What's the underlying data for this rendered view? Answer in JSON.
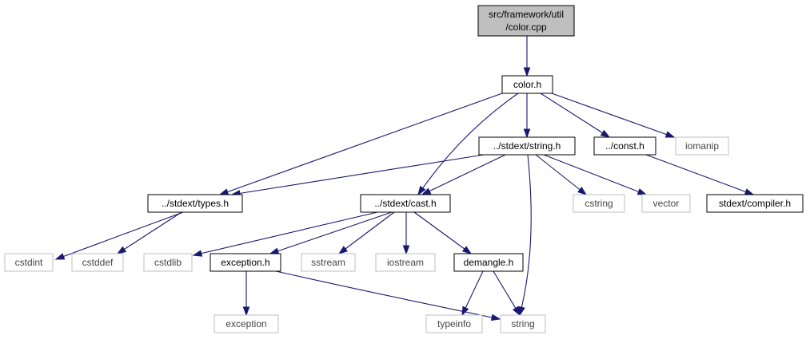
{
  "colors": {
    "edge": "#191970",
    "main_fill": "#bfbfbf",
    "local_border": "#000000",
    "system_border": "#bfbfbf"
  },
  "nodes": [
    {
      "id": "color_cpp",
      "lines": [
        "src/framework/util",
        "/color.cpp"
      ],
      "kind": "main"
    },
    {
      "id": "color_h",
      "lines": [
        "color.h"
      ],
      "kind": "local"
    },
    {
      "id": "string_h",
      "lines": [
        "../stdext/string.h"
      ],
      "kind": "local"
    },
    {
      "id": "const_h",
      "lines": [
        "../const.h"
      ],
      "kind": "local"
    },
    {
      "id": "iomanip",
      "lines": [
        "iomanip"
      ],
      "kind": "system"
    },
    {
      "id": "types_h",
      "lines": [
        "../stdext/types.h"
      ],
      "kind": "local"
    },
    {
      "id": "cast_h",
      "lines": [
        "../stdext/cast.h"
      ],
      "kind": "local"
    },
    {
      "id": "cstring",
      "lines": [
        "cstring"
      ],
      "kind": "system"
    },
    {
      "id": "vector",
      "lines": [
        "vector"
      ],
      "kind": "system"
    },
    {
      "id": "compiler_h",
      "lines": [
        "stdext/compiler.h"
      ],
      "kind": "local"
    },
    {
      "id": "cstdint",
      "lines": [
        "cstdint"
      ],
      "kind": "system"
    },
    {
      "id": "cstddef",
      "lines": [
        "cstddef"
      ],
      "kind": "system"
    },
    {
      "id": "cstdlib",
      "lines": [
        "cstdlib"
      ],
      "kind": "system"
    },
    {
      "id": "exception_h",
      "lines": [
        "exception.h"
      ],
      "kind": "local"
    },
    {
      "id": "sstream",
      "lines": [
        "sstream"
      ],
      "kind": "system"
    },
    {
      "id": "iostream",
      "lines": [
        "iostream"
      ],
      "kind": "system"
    },
    {
      "id": "demangle_h",
      "lines": [
        "demangle.h"
      ],
      "kind": "local"
    },
    {
      "id": "exception",
      "lines": [
        "exception"
      ],
      "kind": "system"
    },
    {
      "id": "typeinfo",
      "lines": [
        "typeinfo"
      ],
      "kind": "system"
    },
    {
      "id": "string",
      "lines": [
        "string"
      ],
      "kind": "system"
    }
  ],
  "edges": [
    {
      "from": "color_cpp",
      "to": "color_h"
    },
    {
      "from": "color_h",
      "to": "string_h"
    },
    {
      "from": "color_h",
      "to": "const_h"
    },
    {
      "from": "color_h",
      "to": "iomanip"
    },
    {
      "from": "color_h",
      "to": "types_h"
    },
    {
      "from": "color_h",
      "to": "cast_h"
    },
    {
      "from": "string_h",
      "to": "types_h"
    },
    {
      "from": "string_h",
      "to": "cast_h"
    },
    {
      "from": "string_h",
      "to": "cstring"
    },
    {
      "from": "string_h",
      "to": "vector"
    },
    {
      "from": "string_h",
      "to": "string"
    },
    {
      "from": "const_h",
      "to": "compiler_h"
    },
    {
      "from": "types_h",
      "to": "cstdint"
    },
    {
      "from": "types_h",
      "to": "cstddef"
    },
    {
      "from": "cast_h",
      "to": "cstdlib"
    },
    {
      "from": "cast_h",
      "to": "exception_h"
    },
    {
      "from": "cast_h",
      "to": "sstream"
    },
    {
      "from": "cast_h",
      "to": "iostream"
    },
    {
      "from": "cast_h",
      "to": "demangle_h"
    },
    {
      "from": "exception_h",
      "to": "exception"
    },
    {
      "from": "exception_h",
      "to": "string"
    },
    {
      "from": "demangle_h",
      "to": "typeinfo"
    },
    {
      "from": "demangle_h",
      "to": "string"
    }
  ]
}
